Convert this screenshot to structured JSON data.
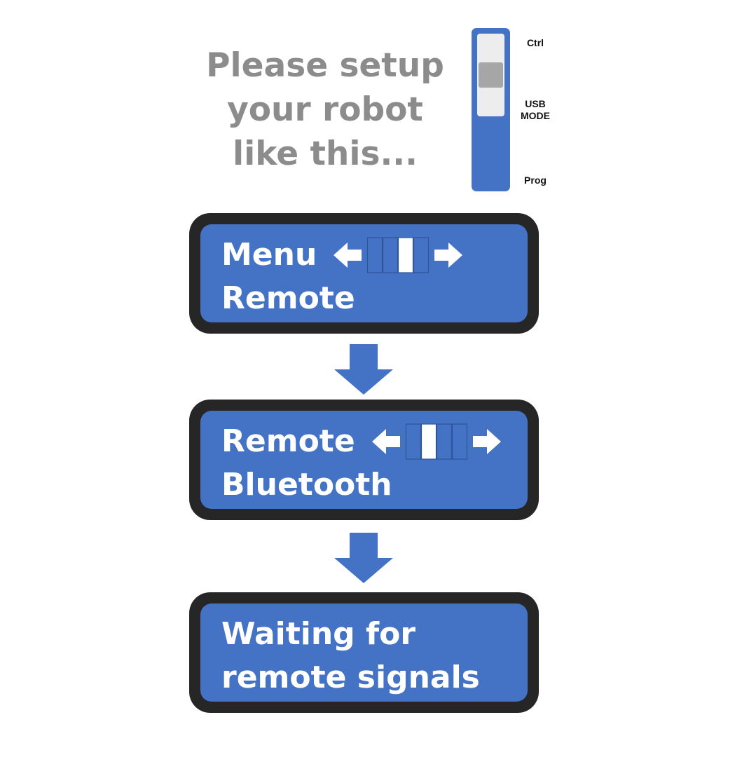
{
  "instruction": {
    "lines": [
      "Please setup",
      "your robot",
      "like this..."
    ]
  },
  "mode_switch": {
    "labels": {
      "top": "Ctrl",
      "middle_line1": "USB",
      "middle_line2": "MODE",
      "bottom": "Prog"
    },
    "selected_position": "USB MODE"
  },
  "screens": [
    {
      "line1": "Menu",
      "line2": "Remote",
      "indicator": {
        "segments": 4,
        "active_segment": 2
      }
    },
    {
      "line1": "Remote",
      "line2": "Bluetooth",
      "indicator": {
        "segments": 4,
        "active_segment": 1
      }
    },
    {
      "line1": "Waiting for",
      "line2": "remote signals"
    }
  ],
  "colors": {
    "screen_blue": "#4472c4",
    "screen_bezel": "#262626",
    "instruction_gray": "#8c8c8c",
    "switch_knob_gray": "#a6a6a6"
  },
  "icons": {
    "nav_left": "left-arrow-icon",
    "nav_right": "right-arrow-icon",
    "flow": "down-arrow-icon"
  }
}
